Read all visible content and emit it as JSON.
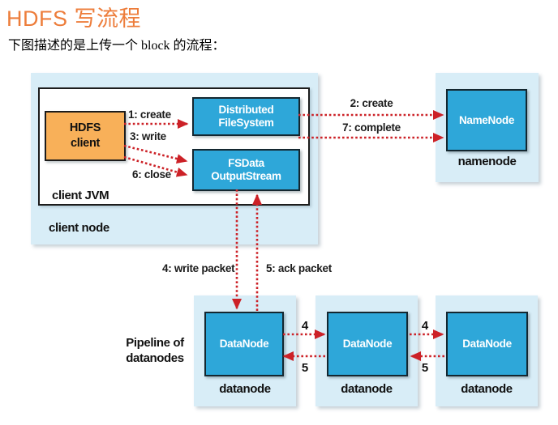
{
  "page": {
    "title": "HDFS 写流程",
    "subtitle": "下图描述的是上传一个 block 的流程："
  },
  "colors": {
    "title_orange": "#ED7D3B",
    "container_blue": "#D8EDF7",
    "node_cyan": "#2EA7D9",
    "client_orange": "#F8B059",
    "arrow_red": "#CC2127"
  },
  "client_node": {
    "label": "client node",
    "jvm_label": "client JVM",
    "hdfs_client": {
      "line1": "HDFS",
      "line2": "client"
    },
    "dfs_box": {
      "line1": "Distributed",
      "line2": "FileSystem"
    },
    "fsdata_box": {
      "line1": "FSData",
      "line2": "OutputStream"
    }
  },
  "namenode": {
    "box": "NameNode",
    "label": "namenode"
  },
  "datanodes": [
    {
      "box": "DataNode",
      "label": "datanode"
    },
    {
      "box": "DataNode",
      "label": "datanode"
    },
    {
      "box": "DataNode",
      "label": "datanode"
    }
  ],
  "pipeline_label": {
    "line1": "Pipeline of",
    "line2": "datanodes"
  },
  "arrows": {
    "create1": "1: create",
    "write3": "3: write",
    "close6": "6: close",
    "create2": "2: create",
    "complete7": "7: complete",
    "write_packet": "4: write packet",
    "ack_packet": "5: ack packet",
    "link1": {
      "forward": "4",
      "back": "5"
    },
    "link2": {
      "forward": "4",
      "back": "5"
    }
  }
}
